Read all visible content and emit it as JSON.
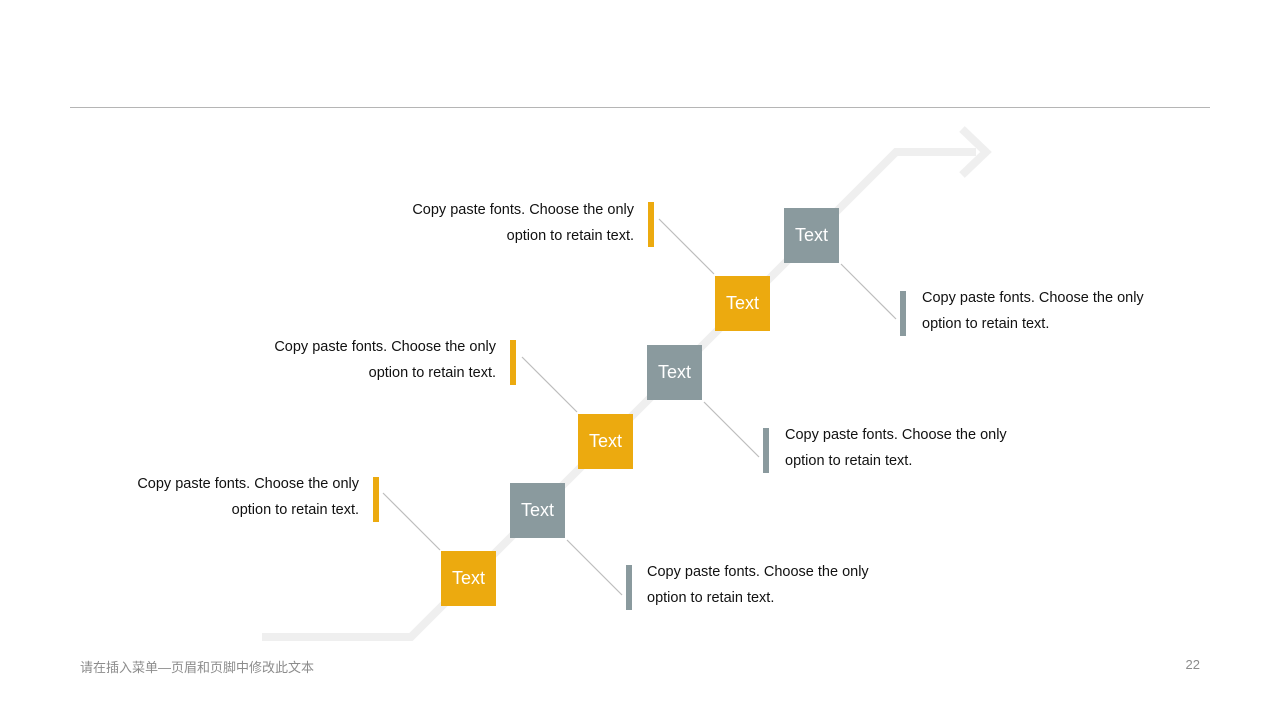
{
  "colors": {
    "gold": "#ECAA0F",
    "slate": "#8A9A9E",
    "arrow": "#EFEFEF",
    "connector": "#BDBDBD"
  },
  "steps": [
    {
      "label": "Text",
      "color": "gold"
    },
    {
      "label": "Text",
      "color": "slate"
    },
    {
      "label": "Text",
      "color": "gold"
    },
    {
      "label": "Text",
      "color": "slate"
    },
    {
      "label": "Text",
      "color": "gold"
    },
    {
      "label": "Text",
      "color": "slate"
    }
  ],
  "notes": [
    {
      "line1": "Copy paste fonts. Choose the only",
      "line2": "option to retain text.",
      "color": "gold"
    },
    {
      "line1": "Copy paste fonts. Choose the only",
      "line2": "option to retain text.",
      "color": "slate"
    },
    {
      "line1": "Copy paste fonts. Choose the only",
      "line2": "option to retain text.",
      "color": "gold"
    },
    {
      "line1": "Copy paste fonts. Choose the only",
      "line2": "option to retain text.",
      "color": "slate"
    },
    {
      "line1": "Copy paste fonts. Choose the only",
      "line2": "option to retain text.",
      "color": "gold"
    },
    {
      "line1": "Copy paste fonts. Choose the only",
      "line2": "option to retain text.",
      "color": "slate"
    }
  ],
  "footer": {
    "text": "请在插入菜单—页眉和页脚中修改此文本",
    "page_number": "22"
  }
}
